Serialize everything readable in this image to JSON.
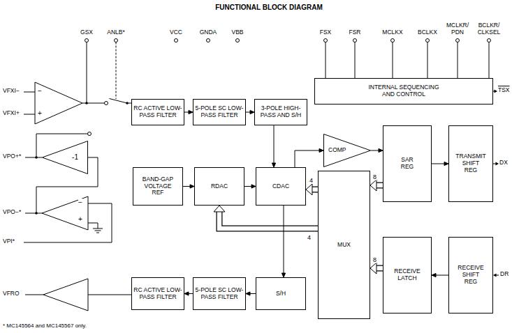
{
  "diagram": {
    "title": "FUNCTIONAL BLOCK DIAGRAM",
    "nodes": [
      {
        "text": [
          "INTERNAL SEQUENCING AND CONTROL"
        ]
      },
      {
        "text": [
          "RC ACTIVE LOW-PASS FILTER"
        ]
      },
      {
        "text": [
          "5-POLE SC LOW-PASS FILTER"
        ]
      },
      {
        "text": [
          "3-POLE HIGH-PASS AND S/H"
        ]
      },
      {
        "text": [
          "BAND-GAP VOLTAGE REF"
        ]
      },
      {
        "text": [
          "RDAC"
        ]
      },
      {
        "text": [
          "CDAC"
        ]
      },
      {
        "text": [
          "COMP"
        ]
      },
      {
        "text": [
          "SAR REG"
        ]
      },
      {
        "text": [
          "TRANSMIT SHIFT REG"
        ]
      },
      {
        "text": [
          "MUX"
        ]
      },
      {
        "text": [
          "RECEIVE LATCH"
        ]
      },
      {
        "text": [
          "RECEIVE SHIFT REG"
        ]
      },
      {
        "text": [
          "S/H"
        ]
      },
      {
        "text": [
          "5-POLE SC LOW-PASS FILTER"
        ]
      },
      {
        "text": [
          "RC ACTIVE LOW-PASS FILTER"
        ]
      },
      {
        "text": [
          "-1"
        ]
      }
    ],
    "edges": [
      {
        "from": 1,
        "to": 2,
        "arrow": "to"
      },
      {
        "from": 2,
        "to": 3,
        "arrow": "to"
      },
      {
        "from": 3,
        "to": 6,
        "arrow": "to"
      },
      {
        "from": 6,
        "to": 7,
        "arrow": "to"
      },
      {
        "from": 4,
        "to": 5,
        "arrow": "to"
      },
      {
        "from": 5,
        "to": 6,
        "arrow": "to"
      },
      {
        "from": 7,
        "to": 8,
        "arrow": "to"
      },
      {
        "from": 8,
        "to": 9,
        "arrow": "to"
      },
      {
        "from": 8,
        "to": 10,
        "label": "8",
        "arrow": "to"
      },
      {
        "from": 10,
        "to": 6,
        "label": "4",
        "arrow": "to"
      },
      {
        "from": 10,
        "to": 5,
        "label": "4",
        "arrow": "to"
      },
      {
        "from": 12,
        "to": 11,
        "arrow": "to"
      },
      {
        "from": 11,
        "to": 10,
        "label": "8",
        "arrow": "to"
      },
      {
        "from": 6,
        "to": 13,
        "arrow": "to"
      },
      {
        "from": 13,
        "to": 14,
        "arrow": "to"
      },
      {
        "from": 14,
        "to": 15,
        "arrow": "to"
      }
    ],
    "labels": [
      "GSX",
      "ANLB*",
      "VCC",
      "GNDA",
      "VBB",
      "FSX",
      "FSR",
      "MCLKX",
      "BCLKX",
      "MCLKR/ PDN",
      "BCLKR/ CLKSEL",
      "TSX",
      "DX",
      "DR",
      "VFXI−",
      "VFXI+",
      "VPO+*",
      "VPO−*",
      "VPI*",
      "VFRO",
      "−",
      "+",
      "−",
      "+",
      "* MC145564 and MC145567 only."
    ]
  }
}
